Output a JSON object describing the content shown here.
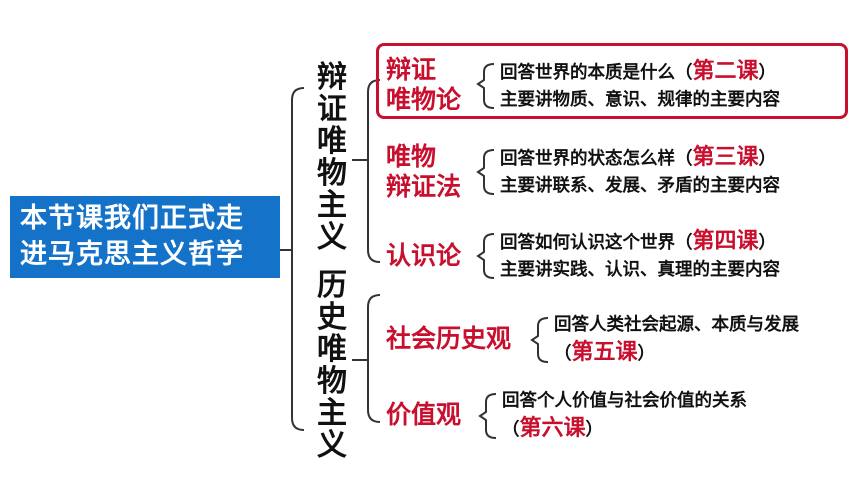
{
  "colors": {
    "blue": "#1473c9",
    "red": "#c8102e",
    "text": "#111111",
    "line": "#333333"
  },
  "main_title": "本节课我们正式走进马克思主义哲学",
  "branches": [
    {
      "label": "辩证唯物主义"
    },
    {
      "label": "历史唯物主义"
    }
  ],
  "topics": [
    {
      "title_line1": "辩证",
      "title_line2": "唯物论",
      "highlighted": true,
      "desc1_pre": "回答世界的本质是什么（",
      "desc1_lesson": "第二课",
      "desc1_post": "）",
      "desc2": "主要讲物质、意识、规律的主要内容"
    },
    {
      "title_line1": "唯物",
      "title_line2": "辩证法",
      "desc1_pre": "回答世界的状态怎么样（",
      "desc1_lesson": "第三课",
      "desc1_post": "）",
      "desc2": "主要讲联系、发展、矛盾的主要内容"
    },
    {
      "title": "认识论",
      "desc1_pre": "回答如何认识这个世界（",
      "desc1_lesson": "第四课",
      "desc1_post": "）",
      "desc2": "主要讲实践、认识、真理的主要内容"
    },
    {
      "title": "社会历史观",
      "desc1": "回答人类社会起源、本质与发展",
      "desc2_pre": "（",
      "desc2_lesson": "第五课",
      "desc2_post": "）"
    },
    {
      "title": "价值观",
      "desc1": "回答个人价值与社会价值的关系",
      "desc2_pre": "（",
      "desc2_lesson": "第六课",
      "desc2_post": "）"
    }
  ]
}
